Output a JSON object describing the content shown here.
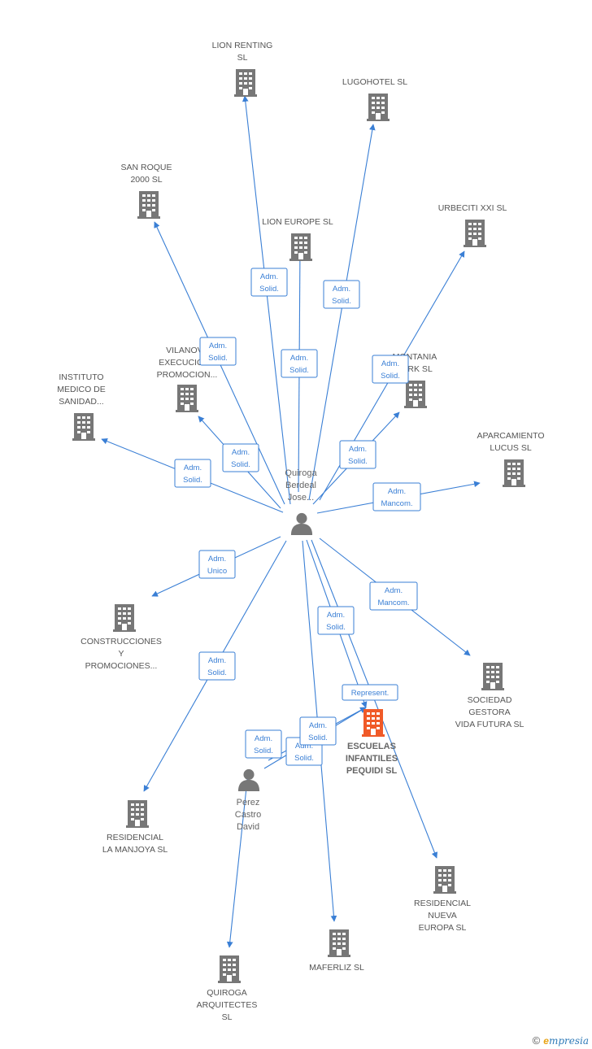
{
  "colors": {
    "edge": "#3a7fd5",
    "building": "#777777",
    "highlight": "#f05a28",
    "person": "#777777"
  },
  "center": {
    "label_lines": [
      "Quiroga",
      "Berdeal",
      "Jose..."
    ],
    "icon": "person-icon"
  },
  "secondary_person": {
    "label_lines": [
      "Perez",
      "Castro",
      "David"
    ],
    "icon": "person-icon"
  },
  "companies": [
    {
      "id": "lion-renting",
      "label_lines": [
        "LION RENTING",
        "SL"
      ]
    },
    {
      "id": "lugohotel",
      "label_lines": [
        "LUGOHOTEL SL"
      ]
    },
    {
      "id": "san-roque",
      "label_lines": [
        "SAN ROQUE",
        "2000 SL"
      ]
    },
    {
      "id": "lion-europe",
      "label_lines": [
        "LION EUROPE SL"
      ]
    },
    {
      "id": "urbeciti",
      "label_lines": [
        "URBECITI XXI SL"
      ]
    },
    {
      "id": "vilanova",
      "label_lines": [
        "VILANOVA",
        "EXECUCIONS",
        "PROMOCION..."
      ]
    },
    {
      "id": "montania",
      "label_lines": [
        "MONTANIA",
        "PARK SL"
      ]
    },
    {
      "id": "instituto",
      "label_lines": [
        "INSTITUTO",
        "MEDICO DE",
        "SANIDAD..."
      ]
    },
    {
      "id": "aparcamiento",
      "label_lines": [
        "APARCAMIENTO",
        "LUCUS SL"
      ]
    },
    {
      "id": "construcciones",
      "label_lines": [
        "CONSTRUCCIONES",
        "Y",
        "PROMOCIONES..."
      ]
    },
    {
      "id": "sociedad",
      "label_lines": [
        "SOCIEDAD",
        "GESTORA",
        "VIDA FUTURA SL"
      ]
    },
    {
      "id": "escuelas",
      "label_lines": [
        "ESCUELAS",
        "INFANTILES",
        "PEQUIDI SL"
      ],
      "highlight": true
    },
    {
      "id": "residencial-manjoya",
      "label_lines": [
        "RESIDENCIAL",
        "LA MANJOYA SL"
      ]
    },
    {
      "id": "residencial-nueva",
      "label_lines": [
        "RESIDENCIAL",
        "NUEVA",
        "EUROPA SL"
      ]
    },
    {
      "id": "quiroga-arq",
      "label_lines": [
        "QUIROGA",
        "ARQUITECTES",
        "SL"
      ]
    },
    {
      "id": "maferliz",
      "label_lines": [
        "MAFERLIZ SL"
      ]
    }
  ],
  "relations": [
    {
      "to": "lion-renting",
      "lines": [
        "Adm.",
        "Solid."
      ]
    },
    {
      "to": "lugohotel",
      "lines": [
        "Adm.",
        "Solid."
      ]
    },
    {
      "to": "san-roque",
      "lines": [
        "Adm.",
        "Solid."
      ]
    },
    {
      "to": "lion-europe",
      "lines": [
        "Adm.",
        "Solid."
      ]
    },
    {
      "to": "urbeciti",
      "lines": [
        "Adm.",
        "Solid."
      ]
    },
    {
      "to": "vilanova",
      "lines": [
        "Adm.",
        "Solid."
      ]
    },
    {
      "to": "montania",
      "lines": [
        "Adm.",
        "Solid."
      ]
    },
    {
      "to": "instituto",
      "lines": [
        "Adm.",
        "Solid."
      ]
    },
    {
      "to": "aparcamiento",
      "lines": [
        "Adm.",
        "Mancom."
      ]
    },
    {
      "to": "construcciones",
      "lines": [
        "Adm.",
        "Unico"
      ]
    },
    {
      "to": "sociedad",
      "lines": [
        "Adm.",
        "Mancom."
      ]
    },
    {
      "to": "residencial-manjoya",
      "lines": [
        "Adm.",
        "Solid."
      ]
    },
    {
      "to": "maferliz",
      "lines": [
        "Adm.",
        "Solid."
      ]
    },
    {
      "to": "escuelas",
      "lines": [
        "Represent."
      ]
    },
    {
      "to": "residencial-nueva",
      "lines": []
    },
    {
      "to": "quiroga-arq",
      "lines": [
        "Adm.",
        "Solid."
      ],
      "from": "secondary"
    },
    {
      "to": "escuelas",
      "lines": [
        "Adm.",
        "Solid."
      ],
      "from": "secondary"
    },
    {
      "to": "escuelas",
      "lines": [
        "Adm.",
        "Solid."
      ],
      "from": "secondary-b"
    }
  ],
  "footer": {
    "copyright": "©",
    "brand_first": "e",
    "brand_rest": "mpresia"
  }
}
